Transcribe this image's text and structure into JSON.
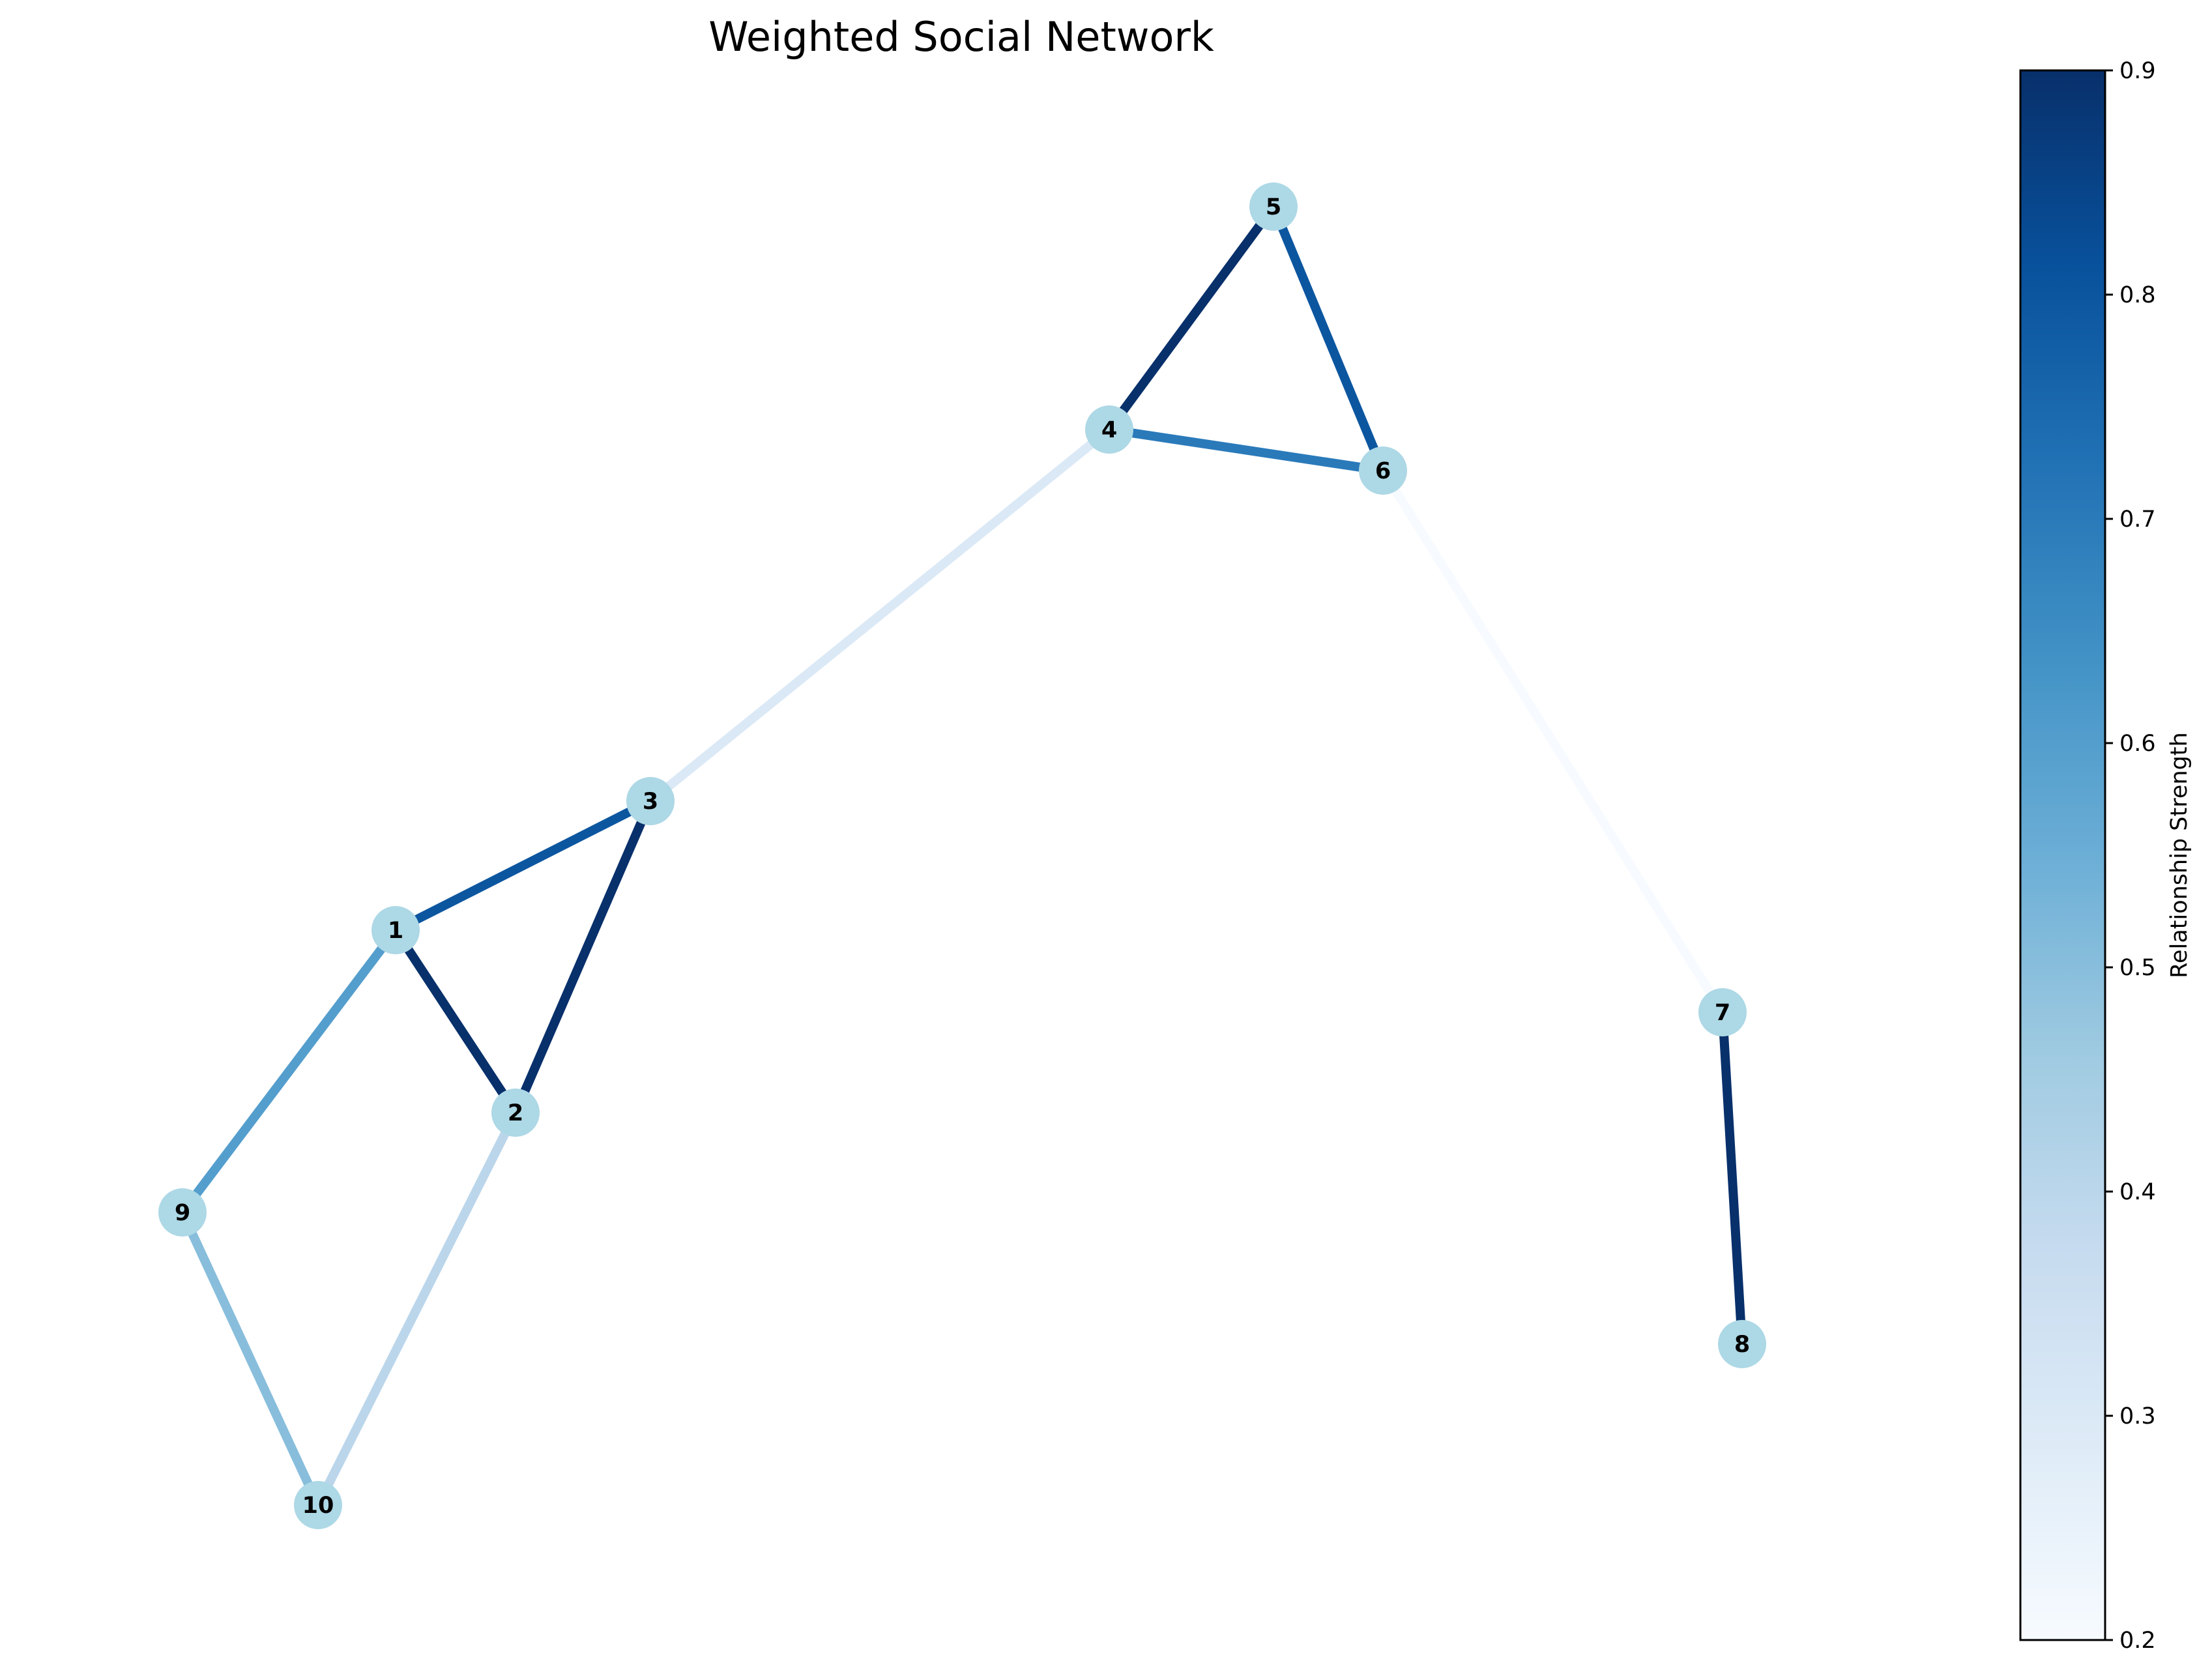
{
  "title": "Weighted Social Network",
  "colorbar": {
    "label": "Relationship Strength",
    "min": 0.2,
    "max": 0.9,
    "ticks": [
      "0.2",
      "0.3",
      "0.4",
      "0.5",
      "0.6",
      "0.7",
      "0.8",
      "0.9"
    ],
    "colormap": "Blues",
    "stops": [
      "#f7fbff",
      "#deebf7",
      "#c6dbef",
      "#9ecae1",
      "#6baed6",
      "#4292c6",
      "#2171b5",
      "#08519c",
      "#08306b"
    ]
  },
  "node_color": "#add8e6",
  "nodes": [
    {
      "id": "1",
      "label": "1"
    },
    {
      "id": "2",
      "label": "2"
    },
    {
      "id": "3",
      "label": "3"
    },
    {
      "id": "4",
      "label": "4"
    },
    {
      "id": "5",
      "label": "5"
    },
    {
      "id": "6",
      "label": "6"
    },
    {
      "id": "7",
      "label": "7"
    },
    {
      "id": "8",
      "label": "8"
    },
    {
      "id": "9",
      "label": "9"
    },
    {
      "id": "10",
      "label": "10"
    }
  ],
  "edges": [
    {
      "source": "1",
      "target": "2",
      "weight": 0.9
    },
    {
      "source": "1",
      "target": "3",
      "weight": 0.8
    },
    {
      "source": "2",
      "target": "3",
      "weight": 0.9
    },
    {
      "source": "3",
      "target": "4",
      "weight": 0.3
    },
    {
      "source": "4",
      "target": "5",
      "weight": 0.9
    },
    {
      "source": "4",
      "target": "6",
      "weight": 0.7
    },
    {
      "source": "5",
      "target": "6",
      "weight": 0.8
    },
    {
      "source": "6",
      "target": "7",
      "weight": 0.2
    },
    {
      "source": "7",
      "target": "8",
      "weight": 0.9
    },
    {
      "source": "1",
      "target": "9",
      "weight": 0.6
    },
    {
      "source": "9",
      "target": "10",
      "weight": 0.5
    },
    {
      "source": "2",
      "target": "10",
      "weight": 0.4
    }
  ]
}
